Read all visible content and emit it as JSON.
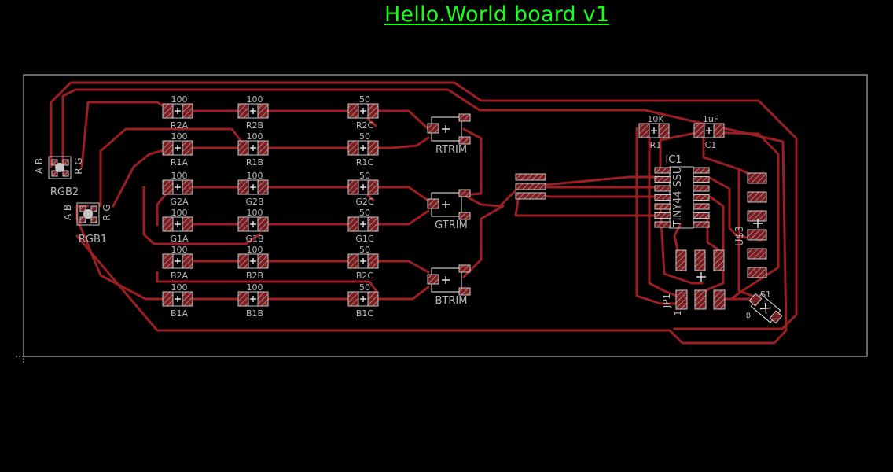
{
  "board": {
    "title": "Hello.World board v1"
  },
  "colors": {
    "background": "#000000",
    "trace": "#9a1e22",
    "pad_fill": "#7a1e22",
    "pad_stripe": "#c8c8c8",
    "silk": "#c8c8c8",
    "title": "#1aff1a"
  },
  "components": {
    "r2a": {
      "ref": "R2A",
      "value": "100"
    },
    "r2b": {
      "ref": "R2B",
      "value": "100"
    },
    "r2c": {
      "ref": "R2C",
      "value": "50"
    },
    "r1a": {
      "ref": "R1A",
      "value": "100"
    },
    "r1b": {
      "ref": "R1B",
      "value": "100"
    },
    "r1c": {
      "ref": "R1C",
      "value": "50"
    },
    "g2a": {
      "ref": "G2A",
      "value": "100"
    },
    "g2b": {
      "ref": "G2B",
      "value": "100"
    },
    "g2c": {
      "ref": "G2C",
      "value": "50"
    },
    "g1a": {
      "ref": "G1A",
      "value": "100"
    },
    "g1b": {
      "ref": "G1B",
      "value": "100"
    },
    "g1c": {
      "ref": "G1C",
      "value": "50"
    },
    "b2a": {
      "ref": "B2A",
      "value": "100"
    },
    "b2b": {
      "ref": "B2B",
      "value": "100"
    },
    "b2c": {
      "ref": "B2C",
      "value": "50"
    },
    "b1a": {
      "ref": "B1A",
      "value": "100"
    },
    "b1b": {
      "ref": "B1B",
      "value": "100"
    },
    "b1c": {
      "ref": "B1C",
      "value": "50"
    },
    "r1": {
      "ref": "R1",
      "value": "10K"
    },
    "c1": {
      "ref": "C1",
      "value": "1uF"
    },
    "rtrim": {
      "ref": "RTRIM"
    },
    "gtrim": {
      "ref": "GTRIM"
    },
    "btrim": {
      "ref": "BTRIM"
    },
    "rgb2": {
      "ref": "RGB2",
      "pins_left": "A B",
      "pins_right": "R G"
    },
    "rgb1": {
      "ref": "RGB1",
      "pins_left": "A B",
      "pins_right": "R G"
    },
    "ic1": {
      "ref": "IC1",
      "value": "TINY44-SSU"
    },
    "u3": {
      "ref": "U$3"
    },
    "jp1": {
      "ref": "JP1",
      "pin": "1"
    },
    "s1": {
      "ref": "S1",
      "pin": "B"
    }
  }
}
